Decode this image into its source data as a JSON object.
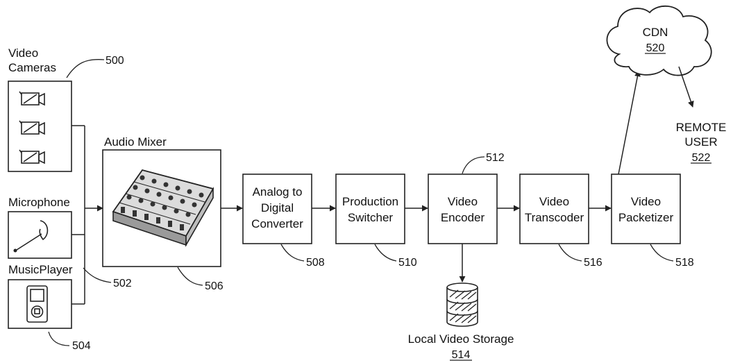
{
  "sources": {
    "cameras": {
      "title_line1": "Video",
      "title_line2": "Cameras",
      "ref": "500"
    },
    "microphone": {
      "title": "Microphone",
      "ref": "502"
    },
    "music_player": {
      "title": "MusicPlayer",
      "ref": "504"
    }
  },
  "audio_mixer": {
    "title": "Audio Mixer",
    "ref": "506"
  },
  "adc": {
    "line1": "Analog to",
    "line2": "Digital",
    "line3": "Converter",
    "ref": "508"
  },
  "switcher": {
    "line1": "Production",
    "line2": "Switcher",
    "ref": "510"
  },
  "encoder": {
    "line1": "Video",
    "line2": "Encoder",
    "ref": "512"
  },
  "storage": {
    "title": "Local Video Storage",
    "ref": "514"
  },
  "transcoder": {
    "line1": "Video",
    "line2": "Transcoder",
    "ref": "516"
  },
  "packetizer": {
    "line1": "Video",
    "line2": "Packetizer",
    "ref": "518"
  },
  "cdn": {
    "title": "CDN",
    "ref": "520"
  },
  "remote_user": {
    "line1": "REMOTE",
    "line2": "USER",
    "ref": "522"
  }
}
